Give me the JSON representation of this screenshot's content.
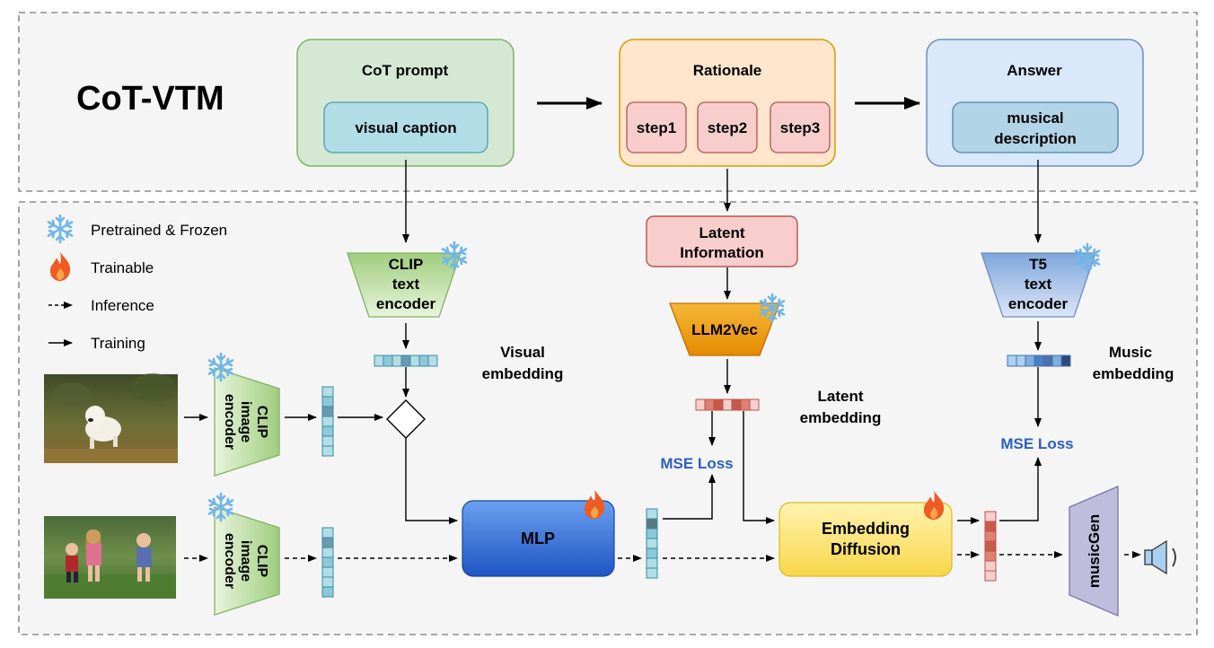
{
  "title": "CoT-VTM",
  "top": {
    "cot_prompt": {
      "title": "CoT prompt",
      "inner": "visual caption"
    },
    "rationale": {
      "title": "Rationale",
      "steps": [
        "step1",
        "step2",
        "step3"
      ]
    },
    "answer": {
      "title": "Answer",
      "inner_line1": "musical",
      "inner_line2": "description"
    }
  },
  "legend": {
    "frozen": "Pretrained & Frozen",
    "trainable": "Trainable",
    "inference": "Inference",
    "training": "Training"
  },
  "modules": {
    "clip_text": [
      "CLIP",
      "text",
      "encoder"
    ],
    "clip_image_1": [
      "CLIP",
      "image",
      "encoder"
    ],
    "clip_image_2": [
      "CLIP",
      "image",
      "encoder"
    ],
    "latent_info": [
      "Latent",
      "Information"
    ],
    "llm2vec": "LLM2Vec",
    "t5": [
      "T5",
      "text",
      "encoder"
    ],
    "mlp": "MLP",
    "diffusion": [
      "Embedding",
      "Diffusion"
    ],
    "musicgen": "musicGen"
  },
  "labels": {
    "visual_embedding": [
      "Visual",
      "embedding"
    ],
    "latent_embedding": [
      "Latent",
      "embedding"
    ],
    "music_embedding": [
      "Music",
      "embedding"
    ],
    "mse_loss_1": "MSE Loss",
    "mse_loss_2": "MSE Loss"
  },
  "colors": {
    "cot_fill": "#d5e8d4",
    "cot_stroke": "#82b366",
    "rationale_fill": "#ffe6cc",
    "rationale_stroke": "#d79b00",
    "answer_fill": "#dae8fc",
    "answer_stroke": "#6c8ebf",
    "teal_fill": "#b1dde6",
    "step_fill": "#f8cecc",
    "step_stroke": "#b85450",
    "mse": "#2b5fc4",
    "mlp": "#3a73d6",
    "diffusion": "#fde37a",
    "llm2vec": "#f0a020",
    "musicgen": "#c0bcdc",
    "snow": "#6fb6ea",
    "fire": "#ef5b23"
  },
  "icons": [
    "snowflake-icon",
    "fire-icon",
    "speaker-icon",
    "dog-photo",
    "children-photo"
  ]
}
